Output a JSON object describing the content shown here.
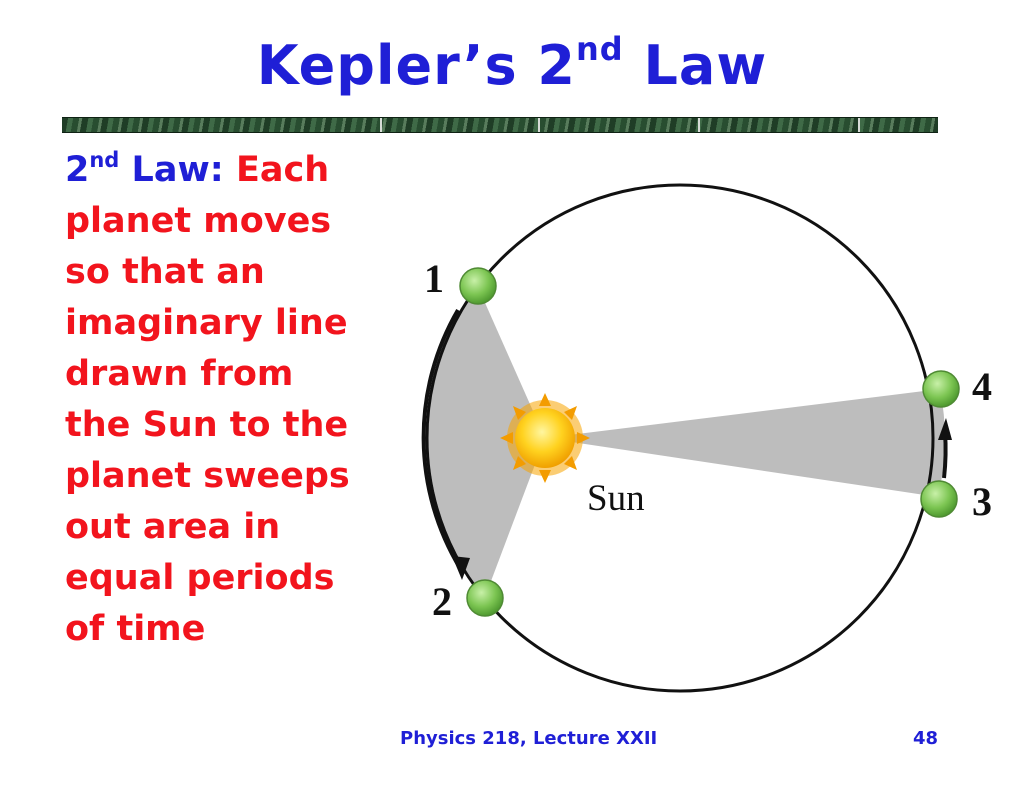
{
  "title": {
    "main": "Kepler’s 2",
    "sup": "nd",
    "suffix": " Law"
  },
  "body": {
    "lead_num": "2",
    "lead_sup": "nd",
    "lead_word": " Law:",
    "lines": [
      "Each",
      "planet moves",
      "so that an",
      "imaginary line",
      "drawn from",
      "the Sun to the",
      "planet sweeps",
      "out area in",
      "equal periods",
      "of time"
    ]
  },
  "diagram": {
    "sun_label": "Sun",
    "planet_labels": [
      "1",
      "2",
      "3",
      "4"
    ],
    "colors": {
      "orbit": "#111111",
      "swept_area": "#bdbdbd",
      "planet": "#7cc552",
      "sun": "#f5b800"
    }
  },
  "footer": {
    "course": "Physics 218, Lecture XXII",
    "page": "48"
  }
}
